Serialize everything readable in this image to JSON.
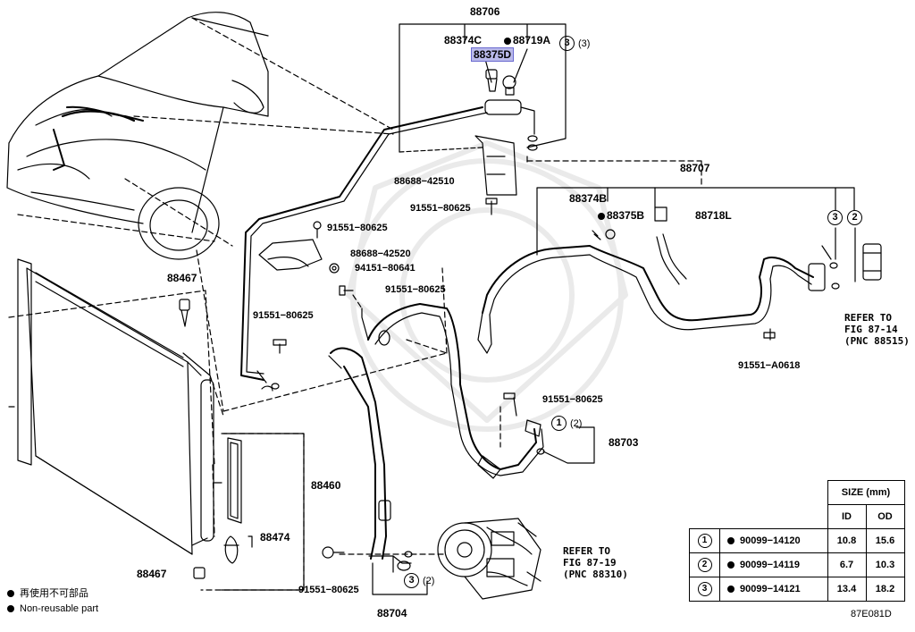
{
  "labels": {
    "p88706": "88706",
    "p88374C": "88374C",
    "p88719A": "88719A",
    "p88375D": "88375D",
    "c3a": "(3)",
    "p88688_42510": "88688−42510",
    "p91551_80625_a": "91551−80625",
    "p91551_80625_b": "91551−80625",
    "p88688_42520": "88688−42520",
    "p94151_80641": "94151−80641",
    "p91551_80625_c": "91551−80625",
    "p91551_80625_d": "91551−80625",
    "p91551_80625_e": "91551−80625",
    "p91551_80625_f": "91551−80625",
    "p88467_a": "88467",
    "p88467_b": "88467",
    "p88460": "88460",
    "p88474": "88474",
    "p88704": "88704",
    "p88703": "88703",
    "c2a": "(2)",
    "c2b": "(2)",
    "p88707": "88707",
    "p88374B": "88374B",
    "p88375B": "88375B",
    "p88718L": "88718L",
    "p91551_A0618": "91551−A0618"
  },
  "circles": {
    "one": "1",
    "two": "2",
    "three": "3"
  },
  "refs": {
    "ref1_l1": "REFER TO",
    "ref1_l2": "FIG 87-14",
    "ref1_l3": "(PNC 88515)",
    "ref2_l1": "REFER TO",
    "ref2_l2": "FIG 87-19",
    "ref2_l3": "(PNC 88310)"
  },
  "legend": {
    "jp": "再使用不可部品",
    "en": "Non-reusable part"
  },
  "size_table": {
    "header": "SIZE (mm)",
    "col_id": "ID",
    "col_od": "OD",
    "rows": [
      {
        "mark": "1",
        "part": "90099−14120",
        "id": "10.8",
        "od": "15.6"
      },
      {
        "mark": "2",
        "part": "90099−14119",
        "id": "6.7",
        "od": "10.3"
      },
      {
        "mark": "3",
        "part": "90099−14121",
        "id": "13.4",
        "od": "18.2"
      }
    ]
  },
  "figure_id": "87E081D",
  "highlight_color": "#b9b9ea"
}
